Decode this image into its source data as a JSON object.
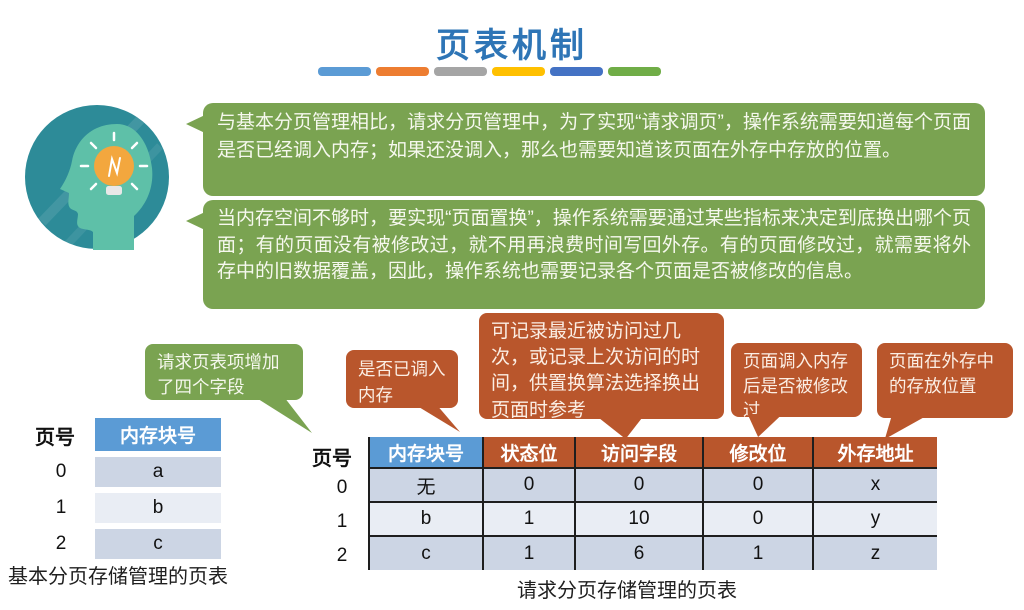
{
  "title": "页表机制",
  "divider": {
    "colors": [
      "#5b9bd5",
      "#ed7d31",
      "#a5a5a5",
      "#ffc000",
      "#4472c4",
      "#70ad47"
    ]
  },
  "icon": {
    "name": "thinking-head-lightbulb"
  },
  "bubbles": {
    "request_paging": "与基本分页管理相比，请求分页管理中，为了实现“请求调页”，操作系统需要知道每个页面是否已经调入内存；如果还没调入，那么也需要知道该页面在外存中存放的位置。",
    "page_replacement": "当内存空间不够时，要实现“页面置换”，操作系统需要通过某些指标来决定到底换出哪个页面；有的页面没有被修改过，就不用再浪费时间写回外存。有的页面修改过，就需要将外存中的旧数据覆盖，因此，操作系统也需要记录各个页面是否被修改的信息。"
  },
  "callouts": {
    "four_fields": "请求页表项增加了四个字段",
    "status_bit": "是否已调入内存",
    "access_field": "可记录最近被访问过几次，或记录上次访问的时间，供置换算法选择换出页面时参考",
    "modify_bit": "页面调入内存后是否被修改过",
    "external_address": "页面在外存中的存放位置"
  },
  "left_table": {
    "row_label_header": "页号",
    "col_header": "内存块号",
    "rows": [
      {
        "page": "0",
        "block": "a"
      },
      {
        "page": "1",
        "block": "b"
      },
      {
        "page": "2",
        "block": "c"
      }
    ],
    "caption": "基本分页存储管理的页表"
  },
  "right_table": {
    "row_label_header": "页号",
    "headers": [
      "内存块号",
      "状态位",
      "访问字段",
      "修改位",
      "外存地址"
    ],
    "rows": [
      {
        "page": "0",
        "cells": [
          "无",
          "0",
          "0",
          "0",
          "x"
        ]
      },
      {
        "page": "1",
        "cells": [
          "b",
          "1",
          "10",
          "0",
          "y"
        ]
      },
      {
        "page": "2",
        "cells": [
          "c",
          "1",
          "6",
          "1",
          "z"
        ]
      }
    ],
    "caption": "请求分页存储管理的页表"
  },
  "colors": {
    "title_blue": "#2e75b6",
    "green_bubble": "#7aa351",
    "orange_callout": "#b9562c",
    "table_header_blue": "#5b9bd5",
    "row_shade": "#ccd5e4",
    "row_light": "#e9edf4",
    "icon_circle_teal": "#2d8b98",
    "icon_head_teal": "#5ec0a8",
    "icon_bulb_orange": "#f3a73e"
  }
}
